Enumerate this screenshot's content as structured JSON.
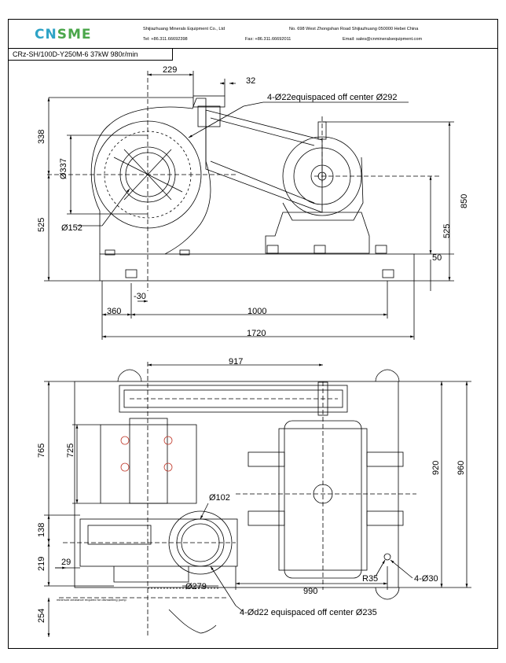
{
  "header": {
    "logo": "CNSME",
    "company": "Shijiazhuang Minerals Equipment Co., Ltd",
    "address": "No. 698 West Zhongshan Road Shijiazhuang 050000 Hebei China",
    "tel": "Tel: +86.311.66692398",
    "fax": "Fax: +86.311.66692011",
    "email": "Email: sales@cnmineralsequipment.com"
  },
  "model_title": "CRz-SH/100D-Y250M-6 37kW 980r/min",
  "front_view": {
    "dim_229": "229",
    "dim_32": "32",
    "bolt_note": "4-Ø22equispaced off center Ø292",
    "dim_338": "338",
    "dim_337": "Ø337",
    "dim_525_left": "525",
    "dim_152": "Ø152",
    "dim_850": "850",
    "dim_525_right": "525",
    "dim_50": "50",
    "dim_neg30": "-30",
    "dim_360": "360",
    "dim_1000": "1000",
    "dim_1720": "1720"
  },
  "top_view": {
    "dim_917": "917",
    "dim_765": "765",
    "dim_725": "725",
    "dim_920": "920",
    "dim_960": "960",
    "dim_102": "Ø102",
    "dim_138": "138",
    "dim_219": "219",
    "dim_29": "29",
    "dim_279": "Ø279",
    "dim_254": "254",
    "clearance_note": "minimum clearance required for dismantling pump",
    "dim_990": "990",
    "dim_r35": "R35",
    "dim_4x30": "4-Ø30",
    "bolt_note": "4-Ød22 equispaced off center Ø235"
  }
}
